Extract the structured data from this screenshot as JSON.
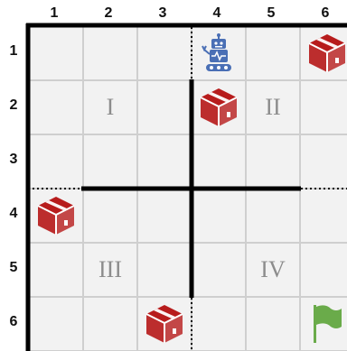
{
  "grid": {
    "columns": [
      "1",
      "2",
      "3",
      "4",
      "5",
      "6"
    ],
    "rows": [
      "1",
      "2",
      "3",
      "4",
      "5",
      "6"
    ]
  },
  "quadrants": [
    {
      "label": "I",
      "row": 2,
      "col": 2
    },
    {
      "label": "II",
      "row": 2,
      "col": 5
    },
    {
      "label": "III",
      "row": 5,
      "col": 2
    },
    {
      "label": "IV",
      "row": 5,
      "col": 5
    }
  ],
  "pieces": [
    {
      "type": "robot",
      "icon": "robot-icon",
      "row": 1,
      "col": 4
    },
    {
      "type": "box",
      "icon": "box-icon",
      "row": 1,
      "col": 6
    },
    {
      "type": "box",
      "icon": "box-icon",
      "row": 2,
      "col": 4
    },
    {
      "type": "box",
      "icon": "box-icon",
      "row": 4,
      "col": 1
    },
    {
      "type": "box",
      "icon": "box-icon",
      "row": 6,
      "col": 3
    },
    {
      "type": "flag",
      "icon": "flag-icon",
      "row": 6,
      "col": 6
    }
  ],
  "colors": {
    "cell": "#f2f2f2",
    "grid_line": "#cfcfcf",
    "wall": "#000000",
    "box": "#b71c1c",
    "robot": "#4a6fb5",
    "flag": "#6aab4a",
    "quadrant_label": "#8c8c8c"
  }
}
